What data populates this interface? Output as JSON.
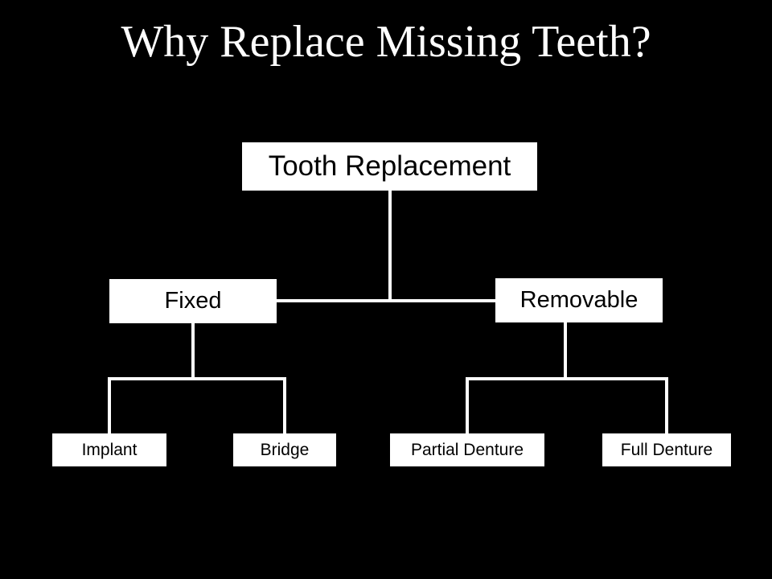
{
  "slide": {
    "title": "Why Replace Missing Teeth?",
    "background": "#000000",
    "box_color": "#ffffff",
    "line_color": "#ffffff"
  },
  "diagram": {
    "root": "Tooth Replacement",
    "fixed": {
      "label": "Fixed",
      "children": [
        "Implant",
        "Bridge"
      ]
    },
    "removable": {
      "label": "Removable",
      "children": [
        "Partial Denture",
        "Full Denture"
      ]
    }
  }
}
